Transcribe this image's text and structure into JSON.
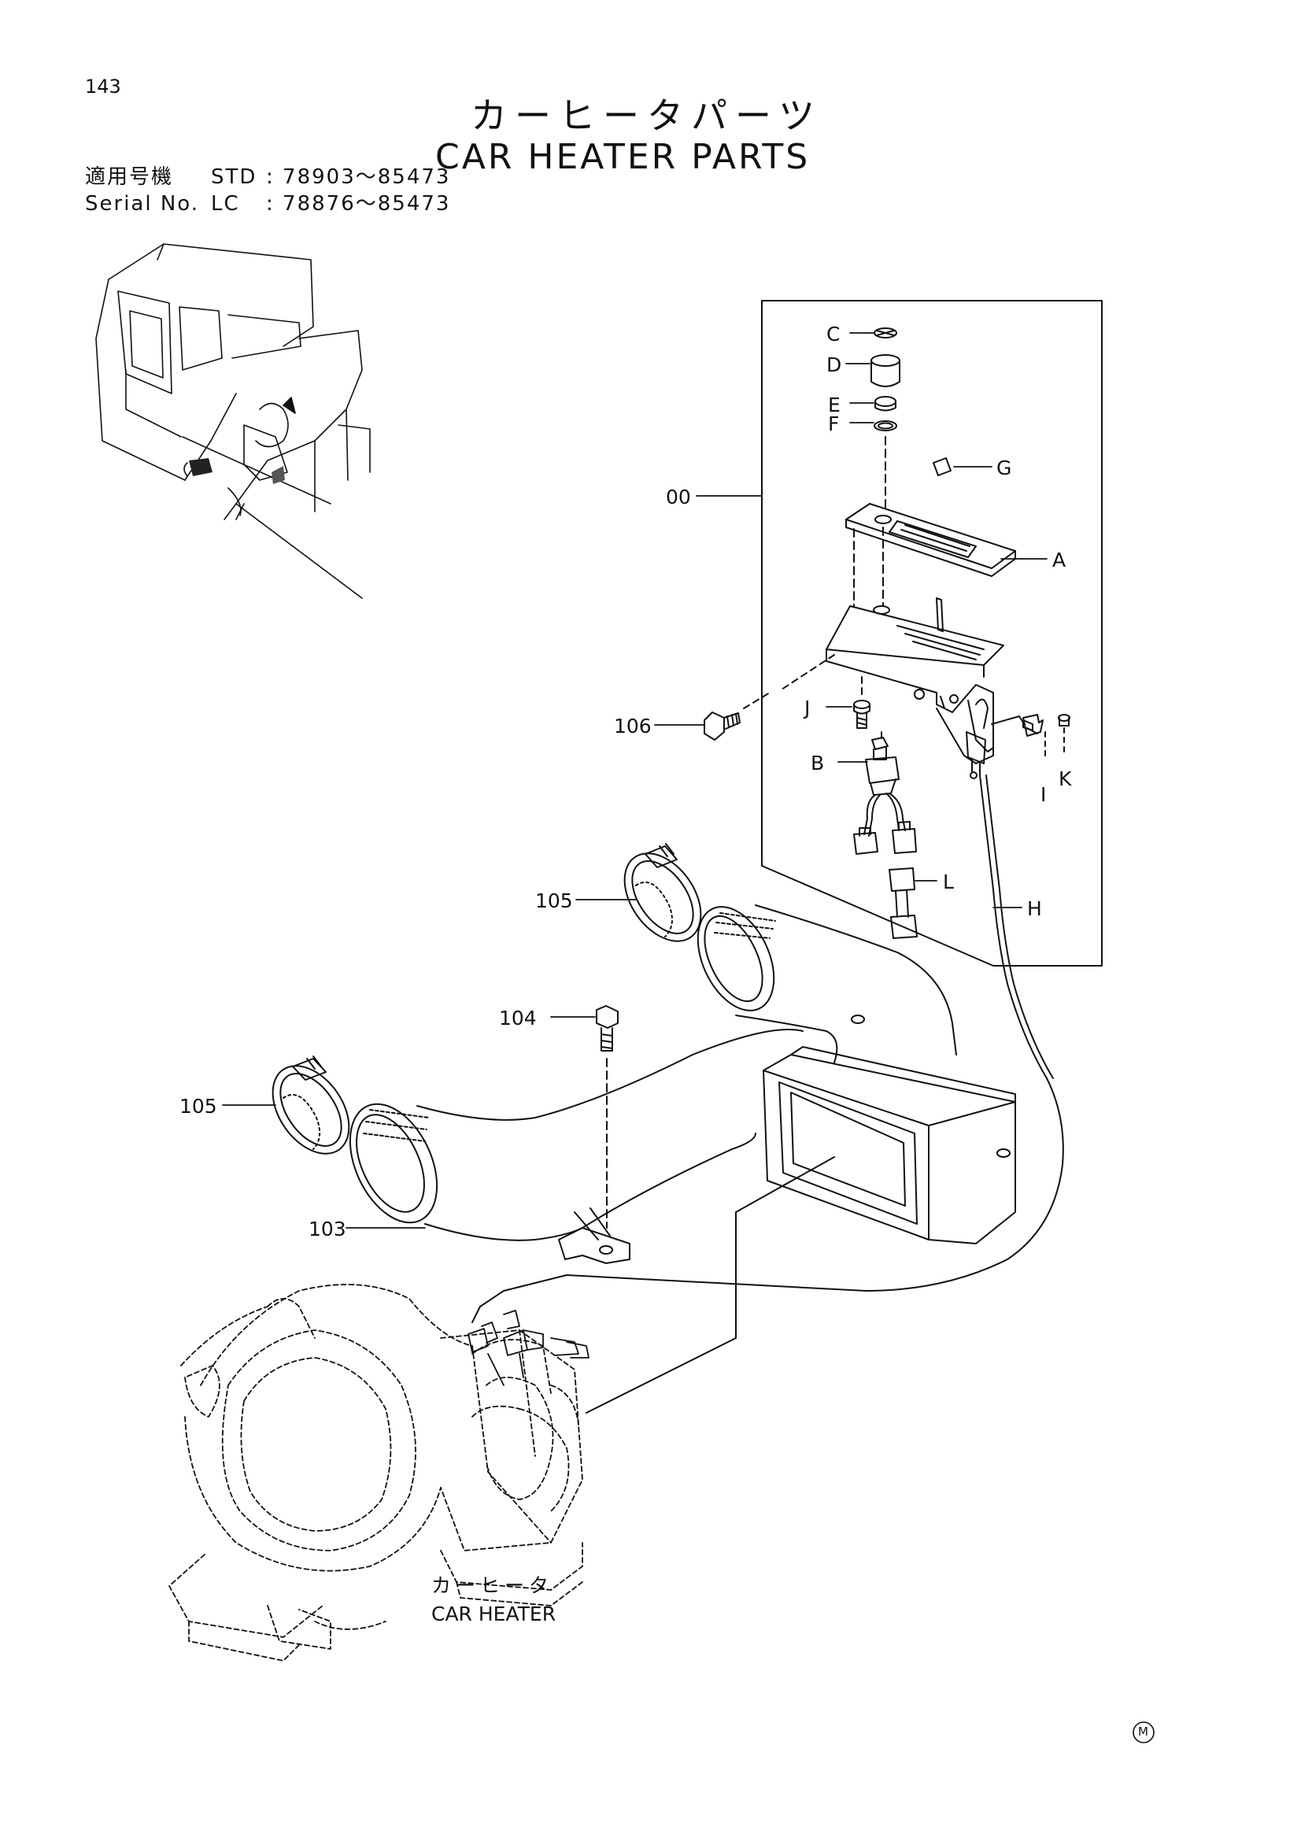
{
  "page_number": "143",
  "title": {
    "japanese": "カーヒータパーツ",
    "english": "CAR HEATER PARTS"
  },
  "serial": {
    "row1": {
      "label": "適用号機",
      "model": "STD",
      "range": ": 78903～85473"
    },
    "row2": {
      "label": "Serial No.",
      "model": "LC",
      "range": ": 78876～85473"
    }
  },
  "callouts": {
    "C": "C",
    "D": "D",
    "E": "E",
    "F": "F",
    "G": "G",
    "A": "A",
    "J": "J",
    "B": "B",
    "I": "I",
    "K": "K",
    "L": "L",
    "H": "H",
    "p00": "00",
    "p106": "106",
    "p105a": "105",
    "p104": "104",
    "p105b": "105",
    "p103": "103"
  },
  "caption": {
    "japanese": "カーヒータ",
    "english": "CAR HEATER"
  },
  "mark": "M"
}
